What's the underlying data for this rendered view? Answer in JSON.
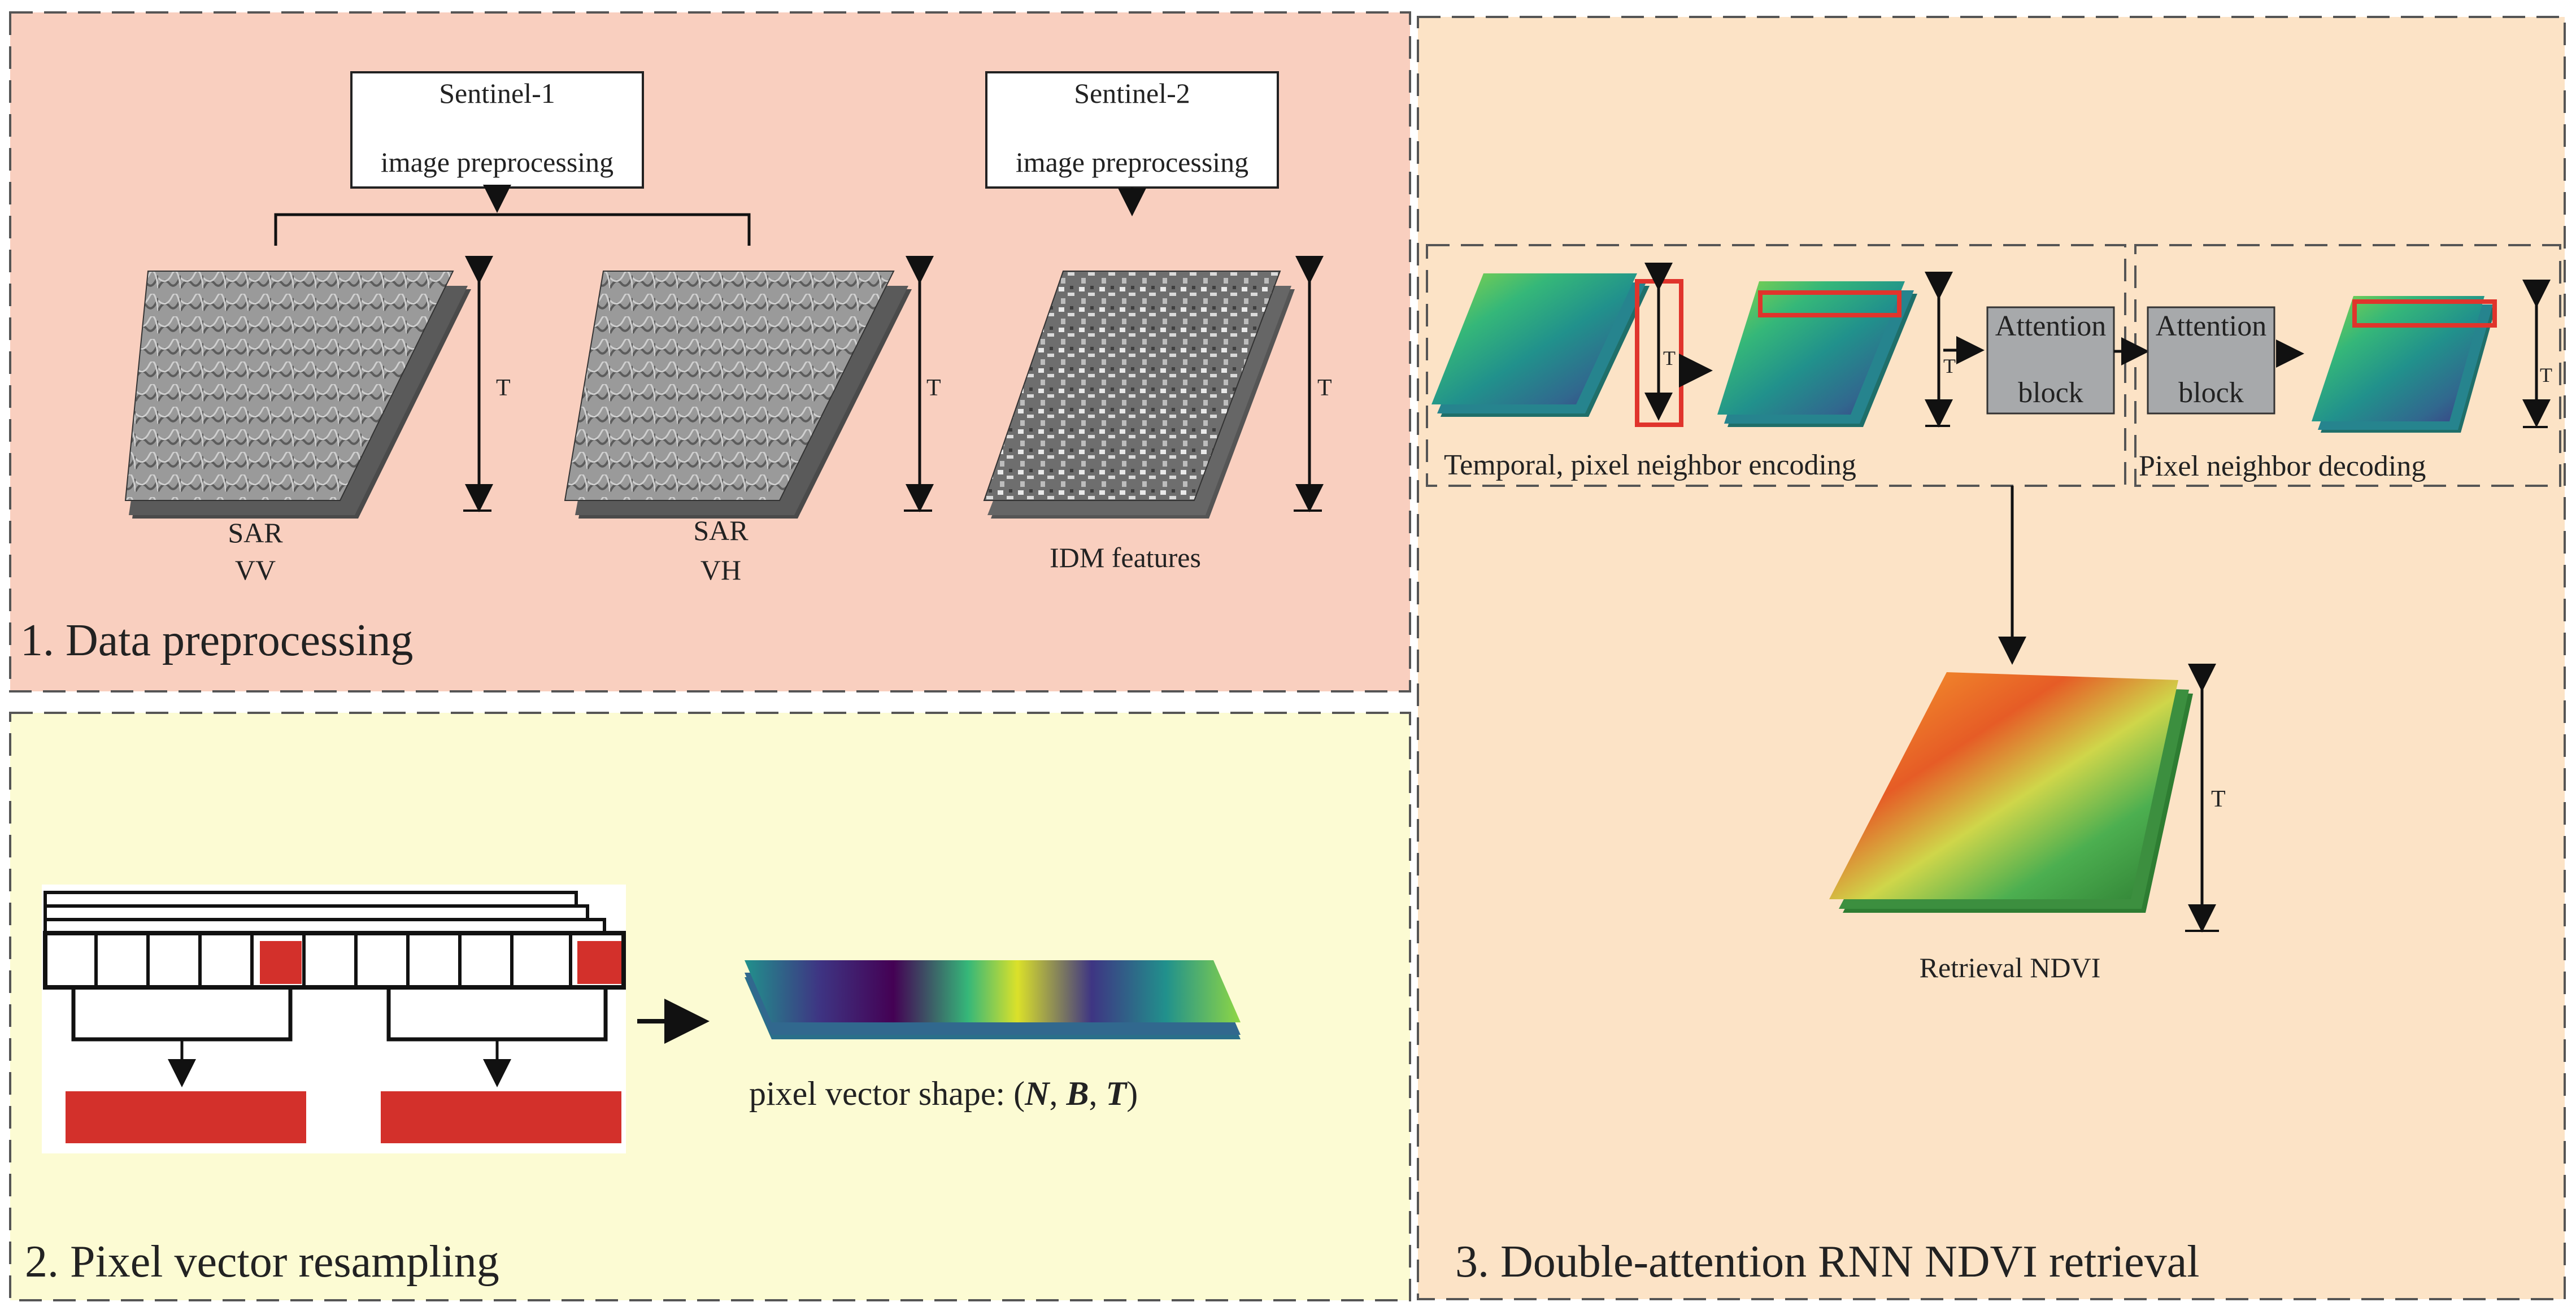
{
  "colors": {
    "panel1_bg": "#f9cfbf",
    "panel2_bg": "#fcfbd3",
    "panel3_bg": "#fce3c6",
    "attention_block": "#a7a9ab",
    "highlight_red": "#e0342c",
    "sample_red": "#d3302b",
    "sar_gray": "#8c8c8c",
    "idm_gray": "#7a7a7a",
    "ndvi_green": "#3cab55",
    "ndvi_orange": "#f08a2c",
    "viridis_dark": "#3e3583",
    "viridis_teal": "#26848e",
    "viridis_yellow": "#dbe12a"
  },
  "panels": {
    "preprocessing": {
      "title": "1. Data preprocessing",
      "sentinel1": {
        "line1": "Sentinel-1",
        "line2": "image preprocessing"
      },
      "sentinel2": {
        "line1": "Sentinel-2",
        "line2": "image preprocessing"
      },
      "stacks": [
        {
          "label1": "SAR",
          "label2": "VV",
          "axis": "T"
        },
        {
          "label1": "SAR",
          "label2": "VH",
          "axis": "T"
        },
        {
          "label1": "IDM features",
          "label2": "",
          "axis": "T"
        }
      ]
    },
    "resampling": {
      "title": "2. Pixel vector resampling",
      "shape_prefix": "pixel vector shape: (",
      "shape_n": "N",
      "sep1": ", ",
      "shape_b": "B",
      "sep2": ", ",
      "shape_t": "T",
      "shape_suffix": ")"
    },
    "retrieval": {
      "title": "3. Double-attention RNN NDVI retrieval",
      "encoder_label": "Temporal, pixel neighbor encoding",
      "decoder_label": "Pixel neighbor decoding",
      "attention_blocks": [
        {
          "line1": "Attention",
          "line2": "block"
        },
        {
          "line1": "Attention",
          "line2": "block"
        }
      ],
      "axis_labels": [
        "T",
        "T",
        "T"
      ],
      "output_label": "Retrieval NDVI",
      "output_axis": "T"
    }
  }
}
